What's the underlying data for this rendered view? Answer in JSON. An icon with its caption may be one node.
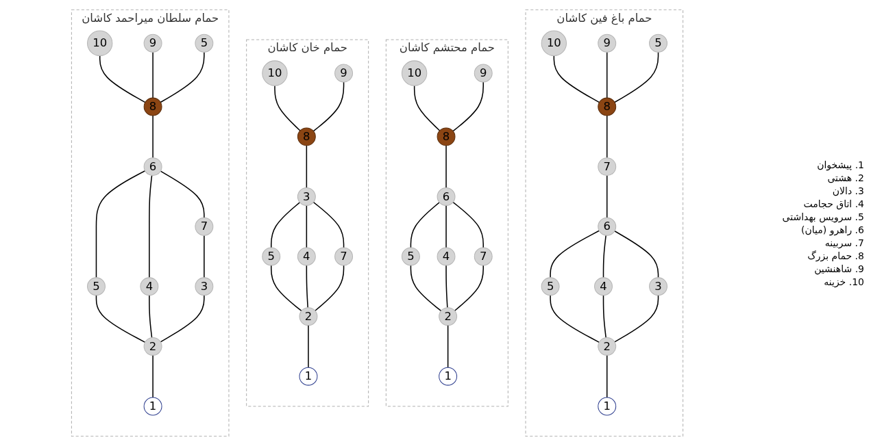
{
  "diagram": {
    "nodes": [
      {
        "text": [
          "حمام باغ فین کاشان"
        ]
      },
      {
        "text": [
          "10"
        ],
        "in": 0
      },
      {
        "text": [
          "9"
        ],
        "in": 0
      },
      {
        "text": [
          "5"
        ],
        "in": 0
      },
      {
        "text": [
          "8"
        ],
        "in": 0
      },
      {
        "text": [
          "7"
        ],
        "in": 0
      },
      {
        "text": [
          "6"
        ],
        "in": 0
      },
      {
        "text": [
          "5"
        ],
        "in": 0
      },
      {
        "text": [
          "4"
        ],
        "in": 0
      },
      {
        "text": [
          "3"
        ],
        "in": 0
      },
      {
        "text": [
          "2"
        ],
        "in": 0
      },
      {
        "text": [
          "1"
        ],
        "in": 0
      },
      {
        "text": [
          "حمام محتشم کاشان"
        ]
      },
      {
        "text": [
          "10"
        ],
        "in": 12
      },
      {
        "text": [
          "9"
        ],
        "in": 12
      },
      {
        "text": [
          "8"
        ],
        "in": 12
      },
      {
        "text": [
          "6"
        ],
        "in": 12
      },
      {
        "text": [
          "5"
        ],
        "in": 12
      },
      {
        "text": [
          "4"
        ],
        "in": 12
      },
      {
        "text": [
          "7"
        ],
        "in": 12
      },
      {
        "text": [
          "2"
        ],
        "in": 12
      },
      {
        "text": [
          "1"
        ],
        "in": 12
      },
      {
        "text": [
          "حمام خان کاشان"
        ]
      },
      {
        "text": [
          "10"
        ],
        "in": 22
      },
      {
        "text": [
          "9"
        ],
        "in": 22
      },
      {
        "text": [
          "8"
        ],
        "in": 22
      },
      {
        "text": [
          "3"
        ],
        "in": 22
      },
      {
        "text": [
          "5"
        ],
        "in": 22
      },
      {
        "text": [
          "4"
        ],
        "in": 22
      },
      {
        "text": [
          "7"
        ],
        "in": 22
      },
      {
        "text": [
          "2"
        ],
        "in": 22
      },
      {
        "text": [
          "1"
        ],
        "in": 22
      },
      {
        "text": [
          "حمام سلطان میراحمد کاشان"
        ]
      },
      {
        "text": [
          "10"
        ],
        "in": 32
      },
      {
        "text": [
          "9"
        ],
        "in": 32
      },
      {
        "text": [
          "5"
        ],
        "in": 32
      },
      {
        "text": [
          "8"
        ],
        "in": 32
      },
      {
        "text": [
          "6"
        ],
        "in": 32
      },
      {
        "text": [
          "7"
        ],
        "in": 32
      },
      {
        "text": [
          "5"
        ],
        "in": 32
      },
      {
        "text": [
          "4"
        ],
        "in": 32
      },
      {
        "text": [
          "3"
        ],
        "in": 32
      },
      {
        "text": [
          "2"
        ],
        "in": 32
      },
      {
        "text": [
          "1"
        ],
        "in": 32
      }
    ],
    "edges": [
      {
        "from": 1,
        "to": 4,
        "arrow": "none"
      },
      {
        "from": 2,
        "to": 4,
        "arrow": "none"
      },
      {
        "from": 3,
        "to": 4,
        "arrow": "none"
      },
      {
        "from": 4,
        "to": 5,
        "arrow": "none"
      },
      {
        "from": 5,
        "to": 6,
        "arrow": "none"
      },
      {
        "from": 6,
        "to": 7,
        "arrow": "none"
      },
      {
        "from": 6,
        "to": 8,
        "arrow": "none"
      },
      {
        "from": 6,
        "to": 9,
        "arrow": "none"
      },
      {
        "from": 7,
        "to": 10,
        "arrow": "none"
      },
      {
        "from": 8,
        "to": 10,
        "arrow": "none"
      },
      {
        "from": 9,
        "to": 10,
        "arrow": "none"
      },
      {
        "from": 10,
        "to": 11,
        "arrow": "none"
      },
      {
        "from": 13,
        "to": 15,
        "arrow": "none"
      },
      {
        "from": 14,
        "to": 15,
        "arrow": "none"
      },
      {
        "from": 15,
        "to": 16,
        "arrow": "none"
      },
      {
        "from": 16,
        "to": 17,
        "arrow": "none"
      },
      {
        "from": 16,
        "to": 18,
        "arrow": "none"
      },
      {
        "from": 16,
        "to": 19,
        "arrow": "none"
      },
      {
        "from": 17,
        "to": 20,
        "arrow": "none"
      },
      {
        "from": 18,
        "to": 20,
        "arrow": "none"
      },
      {
        "from": 19,
        "to": 20,
        "arrow": "none"
      },
      {
        "from": 20,
        "to": 21,
        "arrow": "none"
      },
      {
        "from": 23,
        "to": 25,
        "arrow": "none"
      },
      {
        "from": 24,
        "to": 25,
        "arrow": "none"
      },
      {
        "from": 25,
        "to": 26,
        "arrow": "none"
      },
      {
        "from": 26,
        "to": 27,
        "arrow": "none"
      },
      {
        "from": 26,
        "to": 28,
        "arrow": "none"
      },
      {
        "from": 26,
        "to": 29,
        "arrow": "none"
      },
      {
        "from": 27,
        "to": 30,
        "arrow": "none"
      },
      {
        "from": 28,
        "to": 30,
        "arrow": "none"
      },
      {
        "from": 29,
        "to": 30,
        "arrow": "none"
      },
      {
        "from": 30,
        "to": 31,
        "arrow": "none"
      },
      {
        "from": 33,
        "to": 36,
        "arrow": "none"
      },
      {
        "from": 34,
        "to": 36,
        "arrow": "none"
      },
      {
        "from": 35,
        "to": 36,
        "arrow": "none"
      },
      {
        "from": 36,
        "to": 37,
        "arrow": "none"
      },
      {
        "from": 37,
        "to": 38,
        "arrow": "none"
      },
      {
        "from": 37,
        "to": 39,
        "arrow": "none"
      },
      {
        "from": 37,
        "to": 40,
        "arrow": "none"
      },
      {
        "from": 38,
        "to": 41,
        "arrow": "none"
      },
      {
        "from": 39,
        "to": 42,
        "arrow": "none"
      },
      {
        "from": 40,
        "to": 42,
        "arrow": "none"
      },
      {
        "from": 41,
        "to": 42,
        "arrow": "none"
      },
      {
        "from": 42,
        "to": 43,
        "arrow": "none"
      }
    ],
    "labels": [
      "1. پیشخوان",
      "2. هشتی",
      "3. دالان",
      "4. اتاق حجامت",
      "5. سرویس بهداشتی",
      "6. راهرو (میان)",
      "7. سربینه",
      "8. حمام بزرگ",
      "9. شاهنشین",
      "10. خزینه"
    ]
  }
}
